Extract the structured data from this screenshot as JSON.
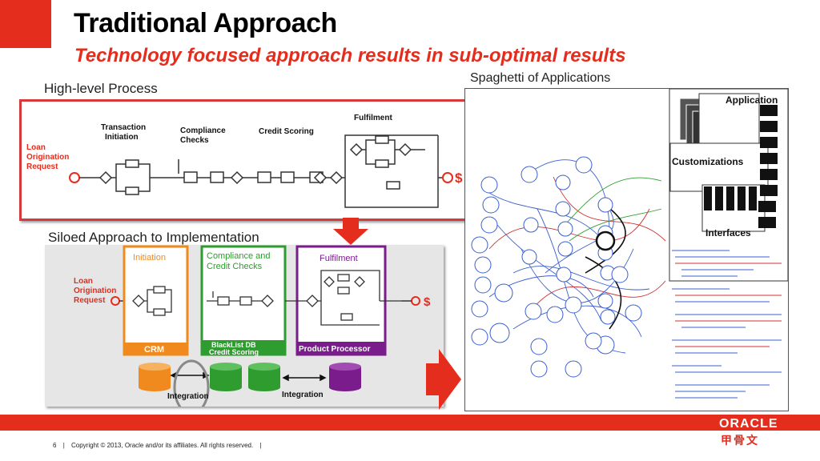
{
  "slide": {
    "title": "Traditional Approach",
    "subtitle": "Technology focused approach results in sub-optimal results",
    "accent_color": "#e52d1e"
  },
  "high_level": {
    "heading": "High-level Process",
    "loan_label": [
      "Loan",
      "Origination",
      "Request"
    ],
    "stages": {
      "transaction": [
        "Transaction",
        "Initiation"
      ],
      "compliance": [
        "Compliance",
        "Checks"
      ],
      "credit": "Credit Scoring",
      "fulfilment": "Fulfilment"
    },
    "end_symbol": "$"
  },
  "siloed": {
    "heading": "Siloed Approach to Implementation",
    "loan_label": [
      "Loan",
      "Origination",
      "Request"
    ],
    "initiation_title": "Initiation",
    "initiation_footer": "CRM",
    "compliance_title": [
      "Compliance and",
      "Credit Checks"
    ],
    "compliance_footer": [
      "BlackList DB",
      "Credit Scoring"
    ],
    "fulfilment_title": "Fulfilment",
    "fulfilment_footer": "Product Processor",
    "integration_1": "Integration",
    "integration_2": "Integration",
    "end_symbol": "$"
  },
  "spaghetti": {
    "heading": "Spaghetti of Applications",
    "application": "Application",
    "customizations": "Customizations",
    "interfaces": "Interfaces"
  },
  "footer": {
    "page": "6",
    "copyright": "Copyright © 2013, Oracle and/or its affiliates. All rights reserved.",
    "logo": "ORACLE",
    "logo_cn": "甲骨文"
  }
}
